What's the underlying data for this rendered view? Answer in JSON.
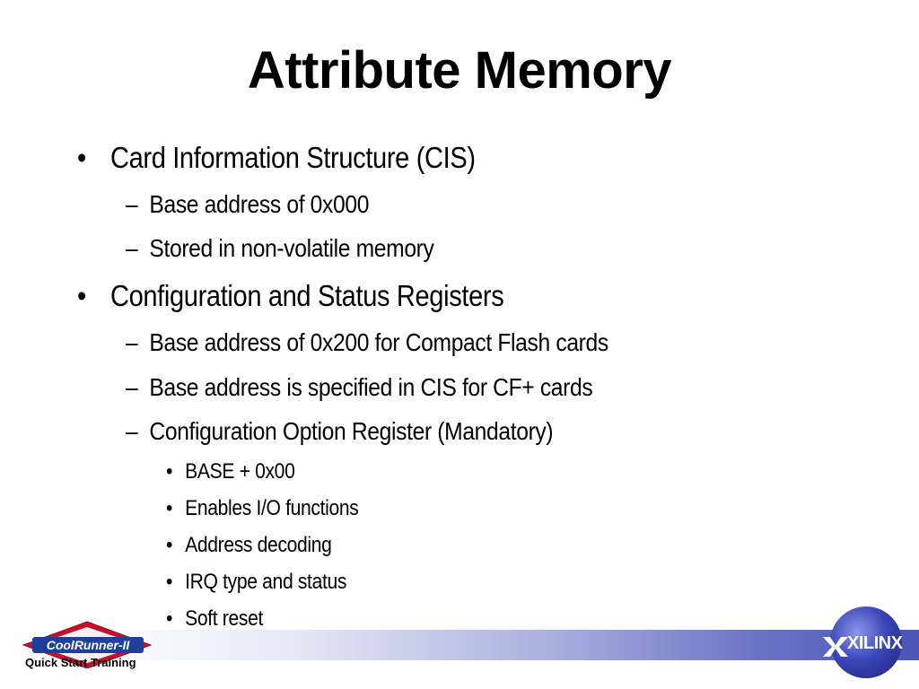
{
  "slide": {
    "title": "Attribute Memory",
    "items": [
      {
        "level": 1,
        "marker": "•",
        "text": "Card Information Structure (CIS)"
      },
      {
        "level": 2,
        "marker": "–",
        "text": "Base address of 0x000"
      },
      {
        "level": 2,
        "marker": "–",
        "text": "Stored in non-volatile memory"
      },
      {
        "level": 1,
        "marker": "•",
        "text": "Configuration and Status Registers"
      },
      {
        "level": 2,
        "marker": "–",
        "text": "Base address of 0x200 for Compact Flash cards"
      },
      {
        "level": 2,
        "marker": "–",
        "text": "Base address is specified in CIS for CF+ cards"
      },
      {
        "level": 2,
        "marker": "–",
        "text": "Configuration Option Register (Mandatory)"
      },
      {
        "level": 3,
        "marker": "•",
        "text": "BASE + 0x00"
      },
      {
        "level": 3,
        "marker": "•",
        "text": "Enables I/O functions"
      },
      {
        "level": 3,
        "marker": "•",
        "text": "Address decoding"
      },
      {
        "level": 3,
        "marker": "•",
        "text": "IRQ type and status"
      },
      {
        "level": 3,
        "marker": "•",
        "text": "Soft reset"
      }
    ]
  },
  "footer": {
    "left_logo_text": "CoolRunner-II",
    "left_caption": "Quick Start Training",
    "right_logo_text": "XILINX",
    "band_color": "#4b54b8",
    "logo_red": "#c8102e",
    "logo_blue": "#1f3f9e"
  },
  "icons": [
    "coolrunner-logo-icon",
    "xilinx-logo-icon",
    "xilinx-globe-icon"
  ]
}
